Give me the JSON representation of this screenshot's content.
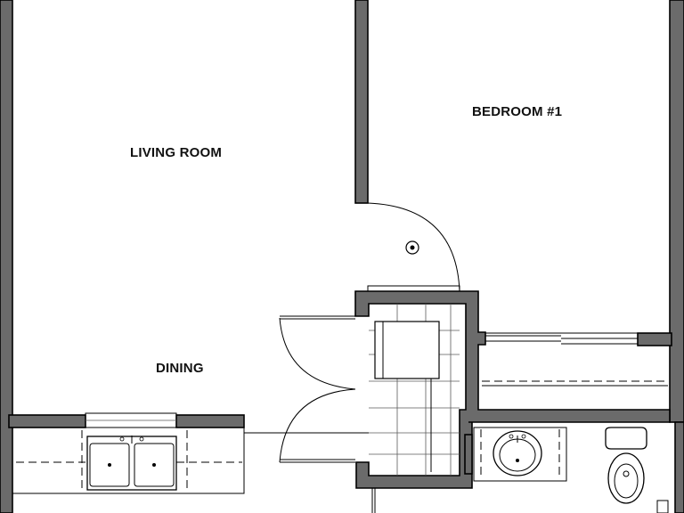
{
  "rooms": {
    "living_room": "LIVING ROOM",
    "bedroom_1": "BEDROOM #1",
    "dining": "DINING"
  },
  "colors": {
    "wall_fill": "#6b6b6b",
    "line": "#000000",
    "background": "#ffffff"
  },
  "icons": [
    "door-swing-icon",
    "sink-icon",
    "toilet-icon",
    "smoke-detector-icon",
    "water-heater-icon"
  ]
}
